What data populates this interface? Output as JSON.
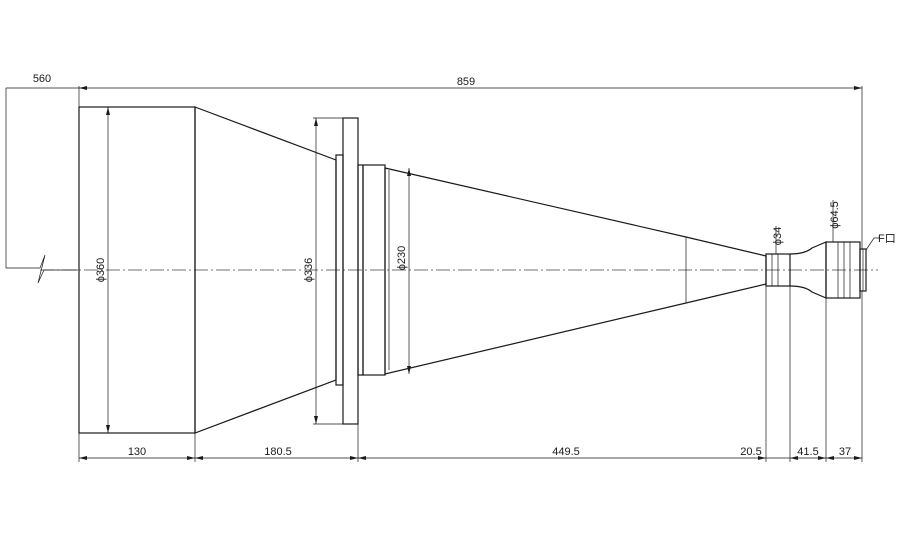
{
  "dimensions": {
    "overall_length": "859",
    "distance": "560",
    "segment_1": "130",
    "segment_2": "180.5",
    "segment_3": "449.5",
    "segment_4": "20.5",
    "segment_5": "41.5",
    "segment_6": "37"
  },
  "diameters": {
    "front": "ϕ360",
    "flange": "ϕ336",
    "mid": "ϕ230",
    "neck": "ϕ34",
    "rear": "ϕ64.5"
  },
  "mount_label": "F口",
  "colors": {
    "line": "#1a1a1a",
    "background": "#ffffff"
  }
}
